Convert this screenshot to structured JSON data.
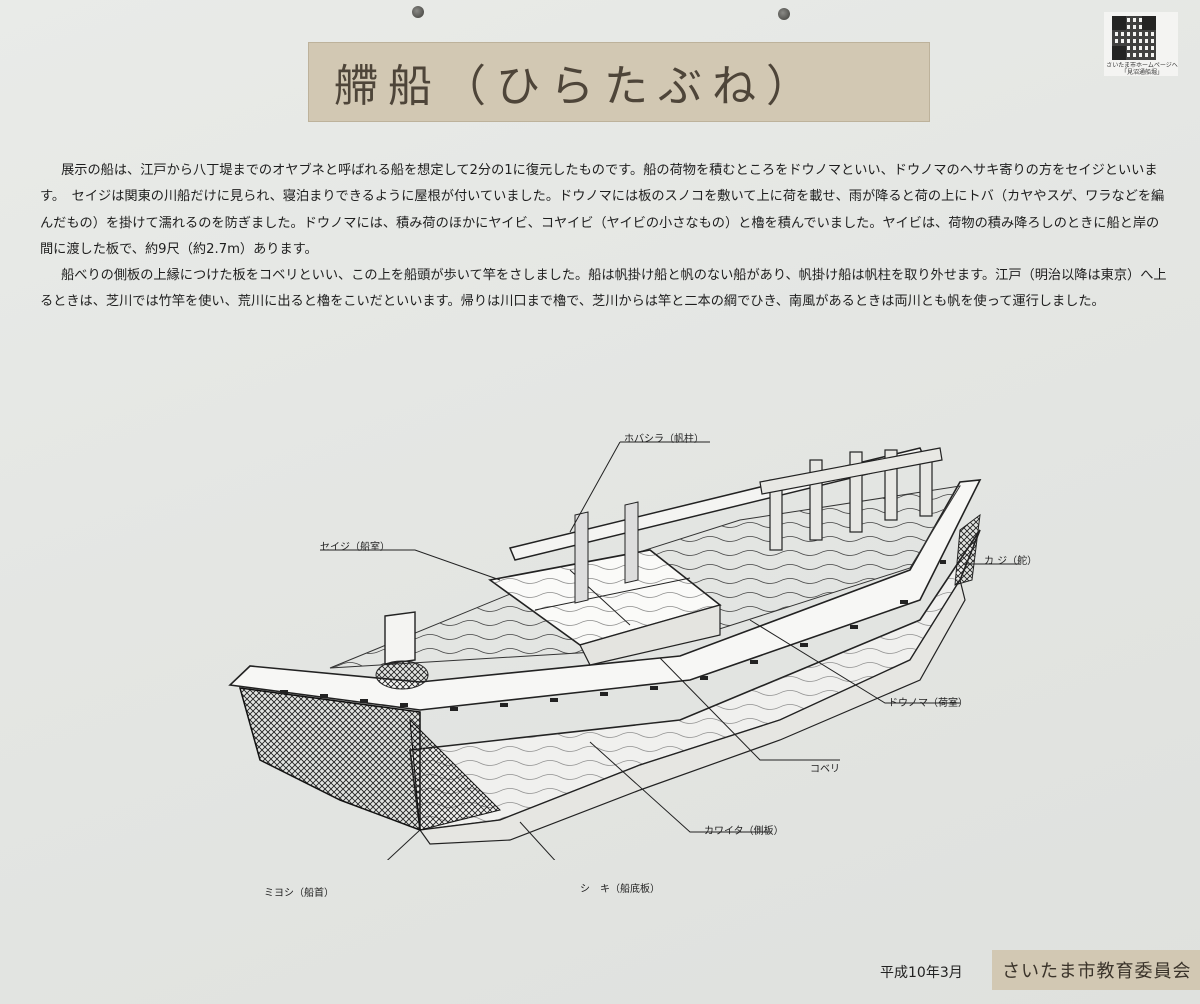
{
  "title": "艜船（ひらたぶね）",
  "qr": {
    "caption_line1": "さいたま市ホームページへ",
    "caption_line2": "「見沼通船堀」"
  },
  "paragraphs": [
    "展示の船は、江戸から八丁堤までのオヤブネと呼ばれる船を想定して2分の1に復元したものです。船の荷物を積むところをドウノマといい、ドウノマのヘサキ寄りの方をセイジといいます。　セイジは関東の川船だけに見られ、寝泊まりできるように屋根が付いていました。ドウノマには板のスノコを敷いて上に荷を載せ、雨が降ると荷の上にトバ（カヤやスゲ、ワラなどを編んだもの）を掛けて濡れるのを防ぎました。ドウノマには、積み荷のほかにヤイビ、コヤイビ（ヤイビの小さなもの）と櫓を積んでいました。ヤイビは、荷物の積み降ろしのときに船と岸の間に渡した板で、約9尺（約2.7m）あります。",
    "船べりの側板の上縁につけた板をコベリといい、この上を船頭が歩いて竿をさしました。船は帆掛け船と帆のない船があり、帆掛け船は帆柱を取り外せます。江戸（明治以降は東京）へ上るときは、芝川では竹竿を使い、荒川に出ると櫓をこいだといいます。帰りは川口まで櫓で、芝川からは竿と二本の綱でひき、南風があるときは両川とも帆を使って運行しました。"
  ],
  "labels": {
    "hobashira": "ホバシラ（帆柱）",
    "seiji": "セイジ（船室）",
    "kaji": "カ ジ（舵）",
    "dounoma": "ドウノマ（荷室）",
    "koberi": "コベリ",
    "kawaita": "カワイタ（側板）",
    "miyoshi": "ミヨシ（船首）",
    "shiki": "シ　キ（船底板）"
  },
  "footer": {
    "date": "平成10年3月",
    "org": "さいたま市教育委員会"
  }
}
